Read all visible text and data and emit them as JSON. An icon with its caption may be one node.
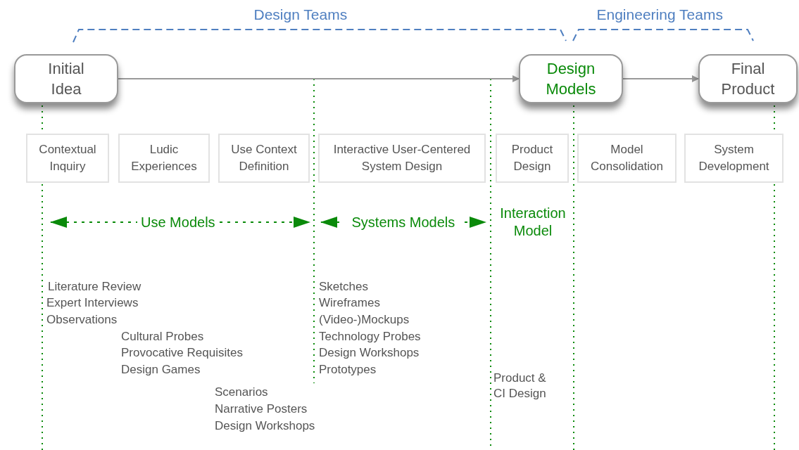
{
  "diagram": {
    "nodes": [
      {
        "text": [
          "Initial Idea"
        ]
      },
      {
        "text": [
          "Design Models"
        ]
      },
      {
        "text": [
          "Final Product"
        ]
      },
      {
        "text": [
          "Contextual Inquiry"
        ]
      },
      {
        "text": [
          "Ludic Experiences"
        ]
      },
      {
        "text": [
          "Use Context Definition"
        ]
      },
      {
        "text": [
          "Interactive User-Centered System Design"
        ]
      },
      {
        "text": [
          "Product Design"
        ]
      },
      {
        "text": [
          "Model Consolidation"
        ]
      },
      {
        "text": [
          "System Development"
        ]
      }
    ],
    "edges": [
      {
        "from": 0,
        "to": 1,
        "arrow": "to"
      },
      {
        "from": 1,
        "to": 2,
        "arrow": "to"
      }
    ],
    "labels": [
      "Design Teams",
      "Engineering Teams",
      "Use Models",
      "Systems Models",
      "Interaction Model",
      "Literature Review",
      "Expert Interviews",
      "Observations",
      "Cultural Probes",
      "Provocative Requisites",
      "Design Games",
      "Scenarios",
      "Narrative Posters",
      "Design Workshops",
      "Sketches",
      "Wireframes",
      "(Video-)Mockups",
      "Technology Probes",
      "Design Workshops",
      "Prototypes",
      "Product & CI Design"
    ]
  }
}
